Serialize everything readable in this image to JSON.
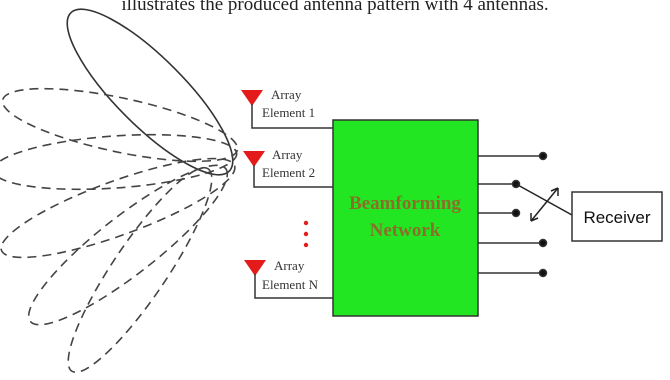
{
  "caption": "illustrates the produced antenna pattern with 4 antennas.",
  "elements": [
    {
      "line1": "Array",
      "line2": "Element 1"
    },
    {
      "line1": "Array",
      "line2": "Element 2"
    },
    {
      "line1": "Array",
      "line2": "Element N"
    }
  ],
  "beamforming": {
    "line1": "Beamforming",
    "line2": "Network"
  },
  "receiver": "Receiver",
  "colors": {
    "block": "#22e622",
    "antenna": "#e31b1b",
    "block_text": "#8a6f2a"
  }
}
